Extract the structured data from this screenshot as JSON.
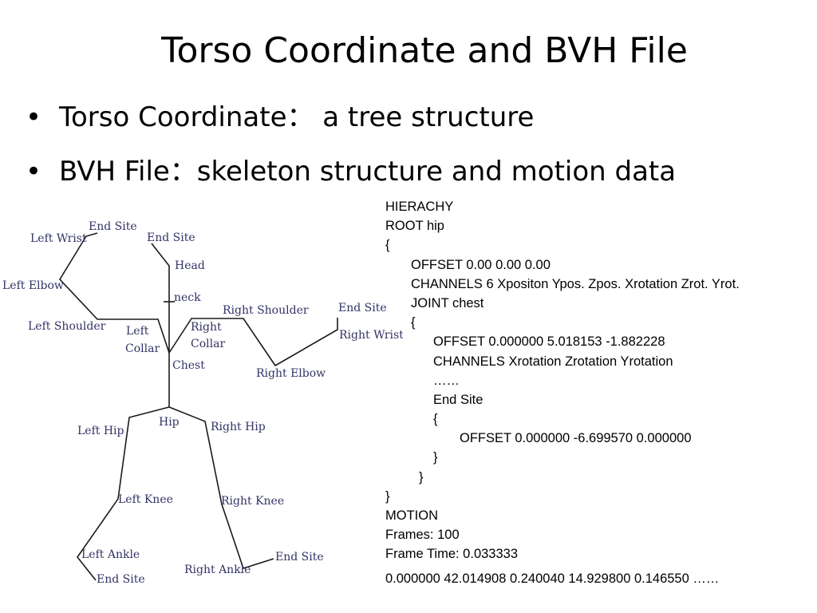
{
  "title": "Torso Coordinate and BVH File",
  "bullets": [
    {
      "text": "Torso Coordinate：  a tree structure"
    },
    {
      "text": "BVH File：skeleton structure and motion data"
    }
  ],
  "skeleton": {
    "labels": {
      "end_site_left_wrist": "End Site",
      "left_wrist": "Left Wrist",
      "end_site_head": "End Site",
      "head": "Head",
      "left_elbow": "Left Elbow",
      "neck": "neck",
      "right_shoulder": "Right Shoulder",
      "end_site_right_wrist": "End Site",
      "left_shoulder": "Left Shoulder",
      "left_collar_1": "Left",
      "left_collar_2": "Collar",
      "right_collar_1": "Right",
      "right_collar_2": "Collar",
      "right_wrist": "Right Wrist",
      "chest": "Chest",
      "right_elbow": "Right Elbow",
      "hip": "Hip",
      "left_hip": "Left Hip",
      "right_hip": "Right Hip",
      "left_knee": "Left Knee",
      "right_knee": "Right Knee",
      "left_ankle": "Left Ankle",
      "end_site_right_ankle": "End Site",
      "right_ankle": "Right Ankle",
      "end_site_left_ankle": "End Site"
    }
  },
  "bvh_lines": [
    {
      "text": "HIERACHY",
      "indent": 0
    },
    {
      "text": "ROOT hip",
      "indent": 0
    },
    {
      "text": "{",
      "indent": 0
    },
    {
      "text": "OFFSET 0.00 0.00 0.00",
      "indent": 1
    },
    {
      "text": "CHANNELS 6 Xpositon Ypos. Zpos. Xrotation Zrot. Yrot.",
      "indent": 1
    },
    {
      "text": "JOINT chest",
      "indent": 1
    },
    {
      "text": "{",
      "indent": 1
    },
    {
      "text": "OFFSET 0.000000 5.018153 -1.882228",
      "indent": 2
    },
    {
      "text": "CHANNELS Xrotation Zrotation Yrotation",
      "indent": 2
    },
    {
      "text": "……",
      "indent": 2
    },
    {
      "text": "End Site",
      "indent": 2
    },
    {
      "text": "{",
      "indent": 2
    },
    {
      "text": "OFFSET 0.000000 -6.699570 0.000000",
      "indent": 3
    },
    {
      "text": " }",
      "indent": 2
    },
    {
      "text": "}",
      "indent": 1.4
    },
    {
      "text": "}",
      "indent": 0
    },
    {
      "text": "MOTION",
      "indent": 0
    },
    {
      "text": "Frames: 100",
      "indent": 0
    },
    {
      "text": "Frame Time: 0.033333",
      "indent": 0
    },
    {
      "text": "0.000000 42.014908 0.240040 14.929800 0.146550 ……",
      "indent": 0
    }
  ]
}
